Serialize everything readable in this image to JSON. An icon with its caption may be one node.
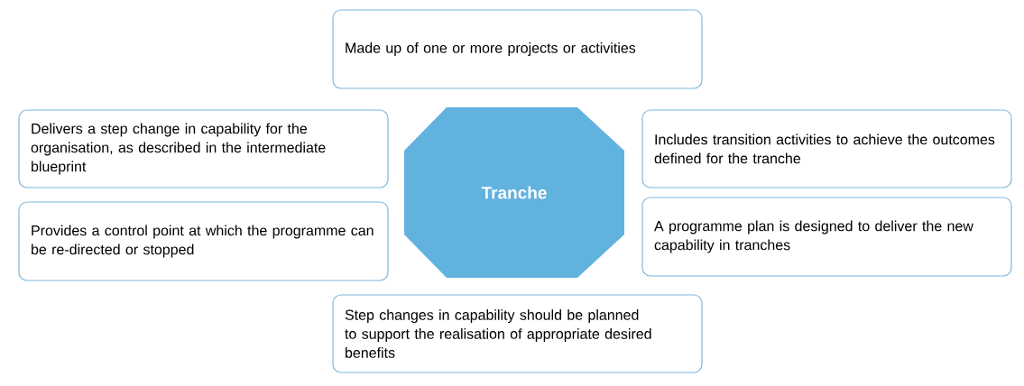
{
  "diagram": {
    "nodes": [
      {
        "text": [
          "Made up of one or more projects or activities"
        ]
      },
      {
        "text": [
          "Delivers a step change in capability for the organisation, as described in the intermediate blueprint"
        ]
      },
      {
        "text": [
          "Includes transition activities to achieve the outcomes defined for the tranche"
        ]
      },
      {
        "text": [
          "Tranche"
        ]
      },
      {
        "text": [
          "Provides a control point at which the programme can be re-directed or stopped"
        ]
      },
      {
        "text": [
          "A programme plan is designed to deliver the new capability in tranches"
        ]
      },
      {
        "text": [
          "Step changes in capability should be planned to support the realisation of appropriate desired benefits"
        ]
      }
    ]
  }
}
